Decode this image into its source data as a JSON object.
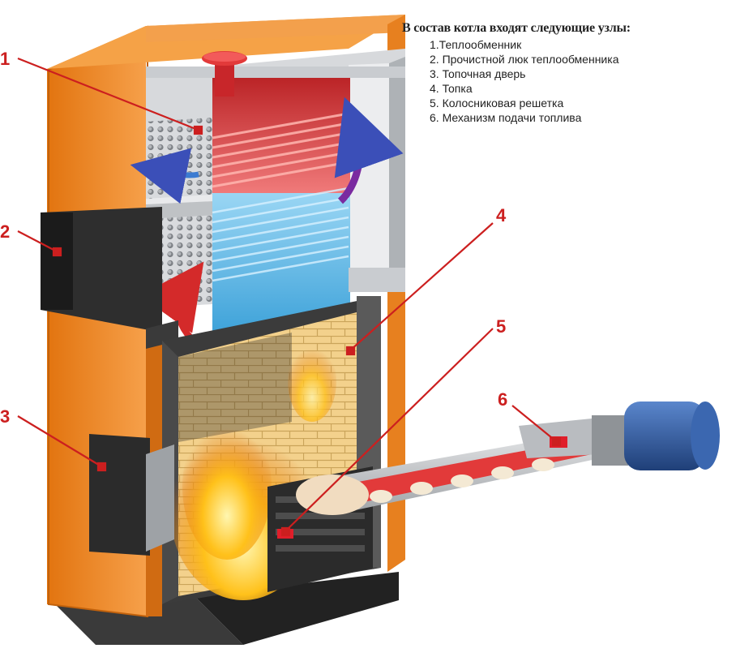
{
  "legend": {
    "title": "В состав котла входят следующие узлы:",
    "items": [
      "1.Теплообменник",
      "2. Прочистной люк теплообменника",
      "3. Топочная дверь",
      "4. Топка",
      "5. Колосниковая решетка",
      "6. Механизм подачи топлива"
    ]
  },
  "callouts": [
    "1",
    "2",
    "3",
    "4",
    "5",
    "6"
  ],
  "colors": {
    "body_orange": "#f08a1e",
    "body_orange_dark": "#c86a10",
    "callout_red": "#cc1f1f",
    "heat_red": "#e04848",
    "cool_blue": "#5fb8e6",
    "brick": "#f2d08a",
    "motor_blue": "#2f5fa8",
    "steel": "#b9bcc0"
  }
}
